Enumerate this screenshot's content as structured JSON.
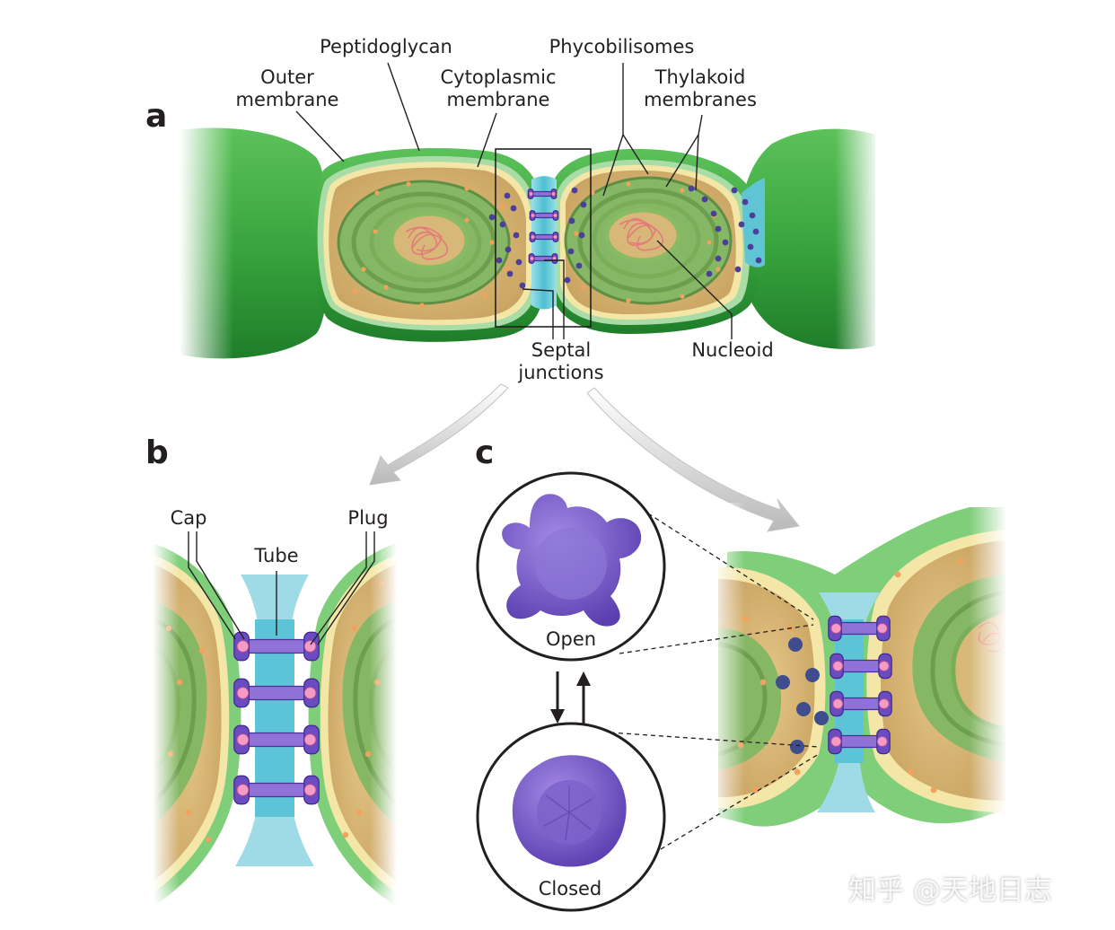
{
  "panels": {
    "a": "a",
    "b": "b",
    "c": "c"
  },
  "labels_a": {
    "peptidoglycan": "Peptidoglycan",
    "outer_membrane_1": "Outer",
    "outer_membrane_2": "membrane",
    "cytoplasmic_1": "Cytoplasmic",
    "cytoplasmic_2": "membrane",
    "phycobilisomes": "Phycobilisomes",
    "thylakoid_1": "Thylakoid",
    "thylakoid_2": "membranes",
    "septal_1": "Septal",
    "septal_2": "junctions",
    "nucleoid": "Nucleoid"
  },
  "labels_b": {
    "cap": "Cap",
    "tube": "Tube",
    "plug": "Plug"
  },
  "labels_c": {
    "open": "Open",
    "closed": "Closed"
  },
  "watermark": "知乎 @天地日志",
  "colors": {
    "filament_green": "#3fae3f",
    "outer_membrane": "#a9dca7",
    "peptidoglycan": "#f3e6a6",
    "cytoplasm": "#dcbd7c",
    "thylakoid": "#78a85a",
    "septum": "#62c9d8",
    "septal_junction": "#7b5bbf",
    "plug": "#f08dc0",
    "nucleoid": "#e88f8f",
    "phycobilisome": "#4b3f9a"
  }
}
